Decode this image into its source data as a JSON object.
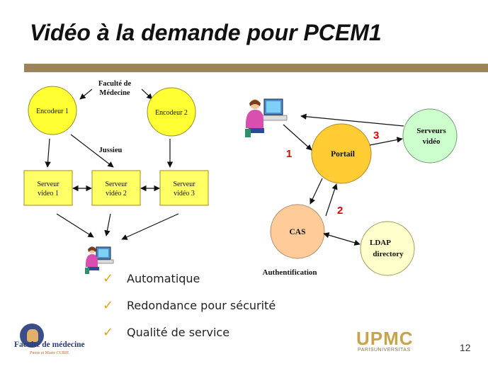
{
  "title": "Vidéo à la demande pour PCEM1",
  "left_diagram": {
    "faculte_label": [
      "Faculté de",
      "Médecine"
    ],
    "jussieu_label": "Jussieu",
    "encoders": [
      {
        "label": "Encodeur 1"
      },
      {
        "label": "Encodeur 2"
      }
    ],
    "servers": [
      {
        "line1": "Serveur",
        "line2": "video 1"
      },
      {
        "line1": "Serveur",
        "line2": "vidéo 2"
      },
      {
        "line1": "Serveur",
        "line2": "vidéo 3"
      }
    ]
  },
  "right_diagram": {
    "portail_label": "Portail",
    "serveurs_label": [
      "Serveurs",
      "vidéo"
    ],
    "cas_label": "CAS",
    "ldap_label": [
      "LDAP",
      "directory"
    ],
    "auth_label": "Authentification",
    "steps": [
      "1",
      "2",
      "3"
    ]
  },
  "bullets": [
    "Automatique",
    "Redondance pour sécurité",
    "Qualité de service"
  ],
  "footer": {
    "page_number": "12",
    "faculty_logo_text": "Faculté de médecine",
    "faculty_logo_sub": "Pierre et Marie CURIE",
    "upmc_logo_text": "UPMC",
    "upmc_logo_sub": "PARISUNIVERSITAS"
  },
  "colors": {
    "yellow_node": "#ffff33",
    "yellow_box": "#ffff66",
    "portail": "#ffcc33",
    "serveurs": "#ccffcc",
    "cas": "#ffcc99",
    "ldap": "#ffffcc",
    "rule": "#9c8459",
    "step_red": "#e00000",
    "check": "#e2a21c"
  },
  "icons": [
    "user-at-computer-icon",
    "checkmark-icon"
  ]
}
